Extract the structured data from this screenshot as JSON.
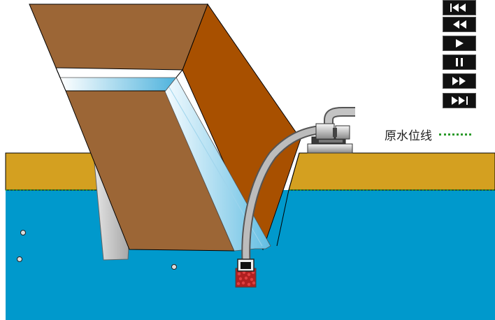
{
  "controls": [
    {
      "id": "first",
      "icon": "skip-to-start-icon"
    },
    {
      "id": "back",
      "icon": "rewind-icon"
    },
    {
      "id": "play",
      "icon": "play-icon"
    },
    {
      "id": "pause",
      "icon": "pause-icon"
    },
    {
      "id": "forward",
      "icon": "fast-forward-icon"
    },
    {
      "id": "last",
      "icon": "skip-to-end-icon"
    }
  ],
  "legend": {
    "label": "原水位线"
  },
  "colors": {
    "water": "#0099cc",
    "ground": "#d4a020",
    "soil_front": "#9c6636",
    "soil_side": "#a85000",
    "water_line": "#2a9a2a",
    "control_bg": "#111111",
    "control_icon": "#ffffff"
  }
}
